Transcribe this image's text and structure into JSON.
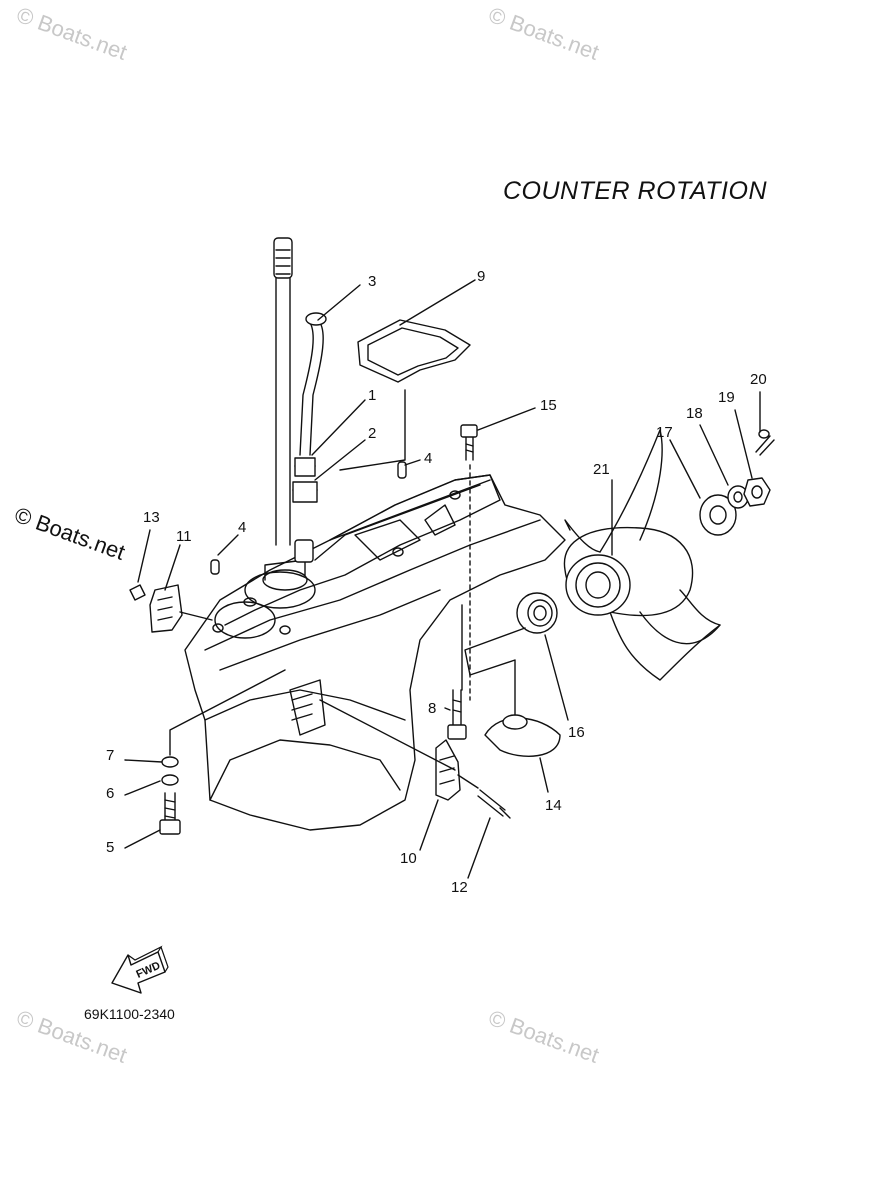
{
  "title": "COUNTER  ROTATION",
  "diagram_code": "69K1100-2340",
  "watermark": {
    "text": "© Boats.net",
    "text_dark": "© Boats.net"
  },
  "fwd_label": "FWD",
  "callouts": [
    "1",
    "2",
    "3",
    "4",
    "4",
    "5",
    "6",
    "7",
    "8",
    "9",
    "10",
    "11",
    "12",
    "13",
    "14",
    "15",
    "16",
    "17",
    "18",
    "19",
    "20",
    "21"
  ],
  "colors": {
    "line": "#111111",
    "watermark": "#c8c8c8",
    "background": "#ffffff"
  }
}
